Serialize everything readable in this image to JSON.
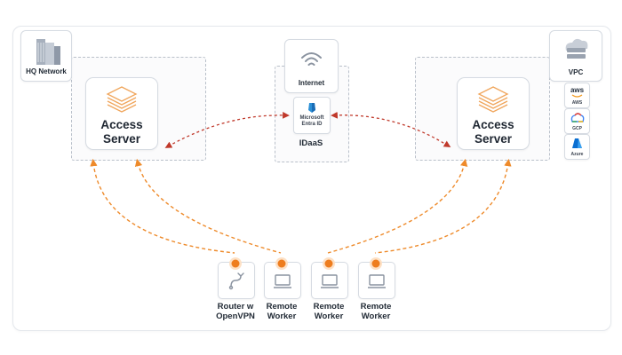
{
  "hq": {
    "label": "HQ Network"
  },
  "vpc": {
    "label": "VPC"
  },
  "internet": {
    "label": "Internet"
  },
  "idaas": {
    "label": "IDaaS",
    "entra_line1": "Microsoft",
    "entra_line2": "Entra ID"
  },
  "access_server_left": {
    "line1": "Access",
    "line2": "Server"
  },
  "access_server_right": {
    "line1": "Access",
    "line2": "Server"
  },
  "clouds": [
    {
      "label": "AWS",
      "icon": "aws-icon",
      "logo_text": "aws"
    },
    {
      "label": "GCP",
      "icon": "gcp-icon"
    },
    {
      "label": "Azure",
      "icon": "azure-icon"
    }
  ],
  "clients": [
    {
      "line1": "Router w",
      "line2": "OpenVPN",
      "icon": "router-icon"
    },
    {
      "line1": "Remote",
      "line2": "Worker",
      "icon": "laptop-icon"
    },
    {
      "line1": "Remote",
      "line2": "Worker",
      "icon": "laptop-icon"
    },
    {
      "line1": "Remote",
      "line2": "Worker",
      "icon": "laptop-icon"
    }
  ],
  "colors": {
    "orange": "#ee8a2a",
    "red_dash": "#c0392b",
    "border": "#d6dbe2"
  }
}
